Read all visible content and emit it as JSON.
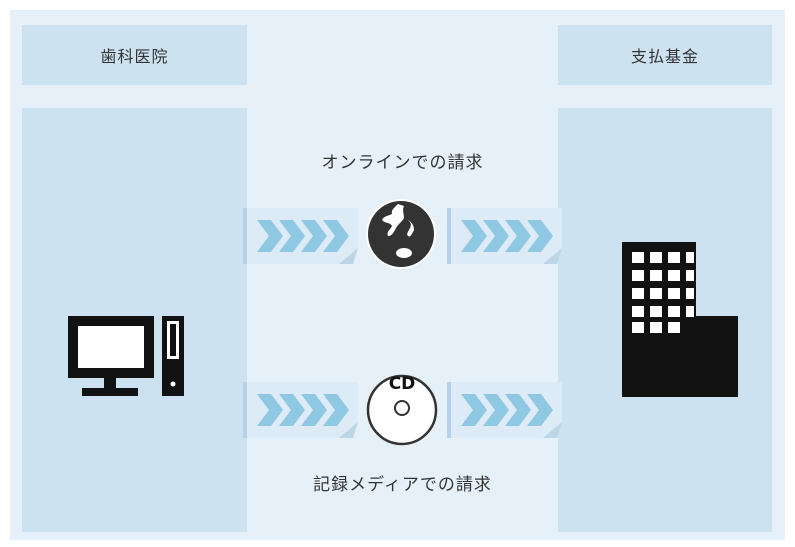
{
  "diagram": {
    "left_header": "歯科医院",
    "right_header": "支払基金",
    "online_label": "オンラインでの請求",
    "media_label": "記録メディアでの請求",
    "cd_text": "CD"
  },
  "colors": {
    "background": "#e6f0f8",
    "panel": "#cce2f0",
    "arrow": "#8fc8e2",
    "icon": "#111111"
  },
  "icons": [
    "desktop-computer-icon",
    "globe-icon",
    "cd-icon",
    "office-building-icon"
  ]
}
